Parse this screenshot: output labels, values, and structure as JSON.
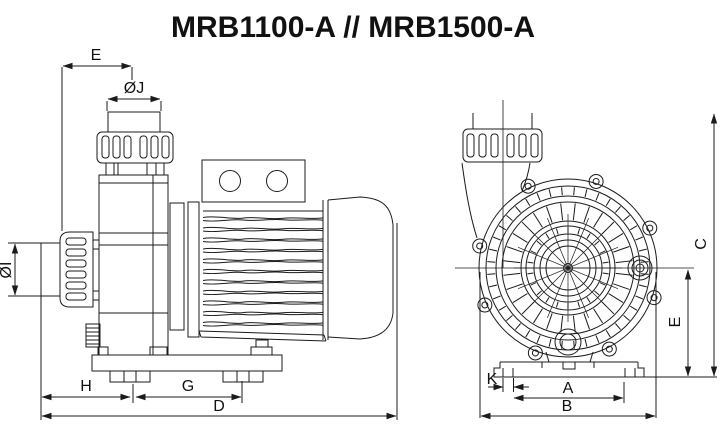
{
  "title": "MRB1100-A // MRB1500-A",
  "colors": {
    "line": "#1b1b1b",
    "background": "#ffffff",
    "text": "#111111"
  },
  "views": {
    "side": {
      "label": "side view drawing",
      "dims": {
        "port_offset": "E",
        "outlet_union_diameter": "ØJ",
        "inlet_union_diameter": "ØI",
        "foot_offset": "H",
        "foot_spacing": "G",
        "overall_length": "D"
      }
    },
    "front": {
      "label": "front view drawing",
      "dims": {
        "overall_height": "C",
        "axis_height": "E",
        "slot_width": "K",
        "base_width": "A",
        "overall_width": "B"
      }
    }
  }
}
